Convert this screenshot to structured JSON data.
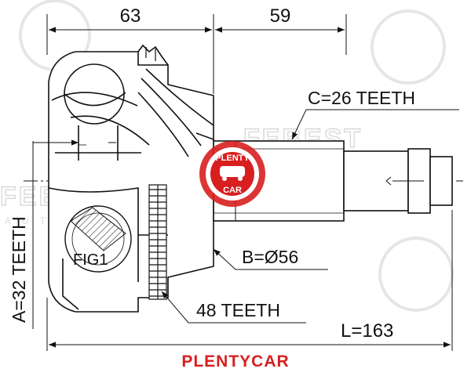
{
  "dimensions": {
    "left_length": "63",
    "right_length": "59",
    "total_length": "L=163"
  },
  "callouts": {
    "outer_teeth": "C=26 TEETH",
    "diameter": "B=Ø56",
    "abs_ring": "48 TEETH",
    "inner_teeth": "A=32 TEETH",
    "figure": "FIG1"
  },
  "watermark": {
    "brand": "FEBEST",
    "sub": "AUTOPARTS",
    "badge_top": "PLENTY",
    "badge_bottom": "CAR"
  },
  "footer": {
    "brand": "PLENTYCAR"
  },
  "colors": {
    "line": "#111111",
    "accent": "#d81f1f",
    "watermark": "#d9d9d9"
  }
}
